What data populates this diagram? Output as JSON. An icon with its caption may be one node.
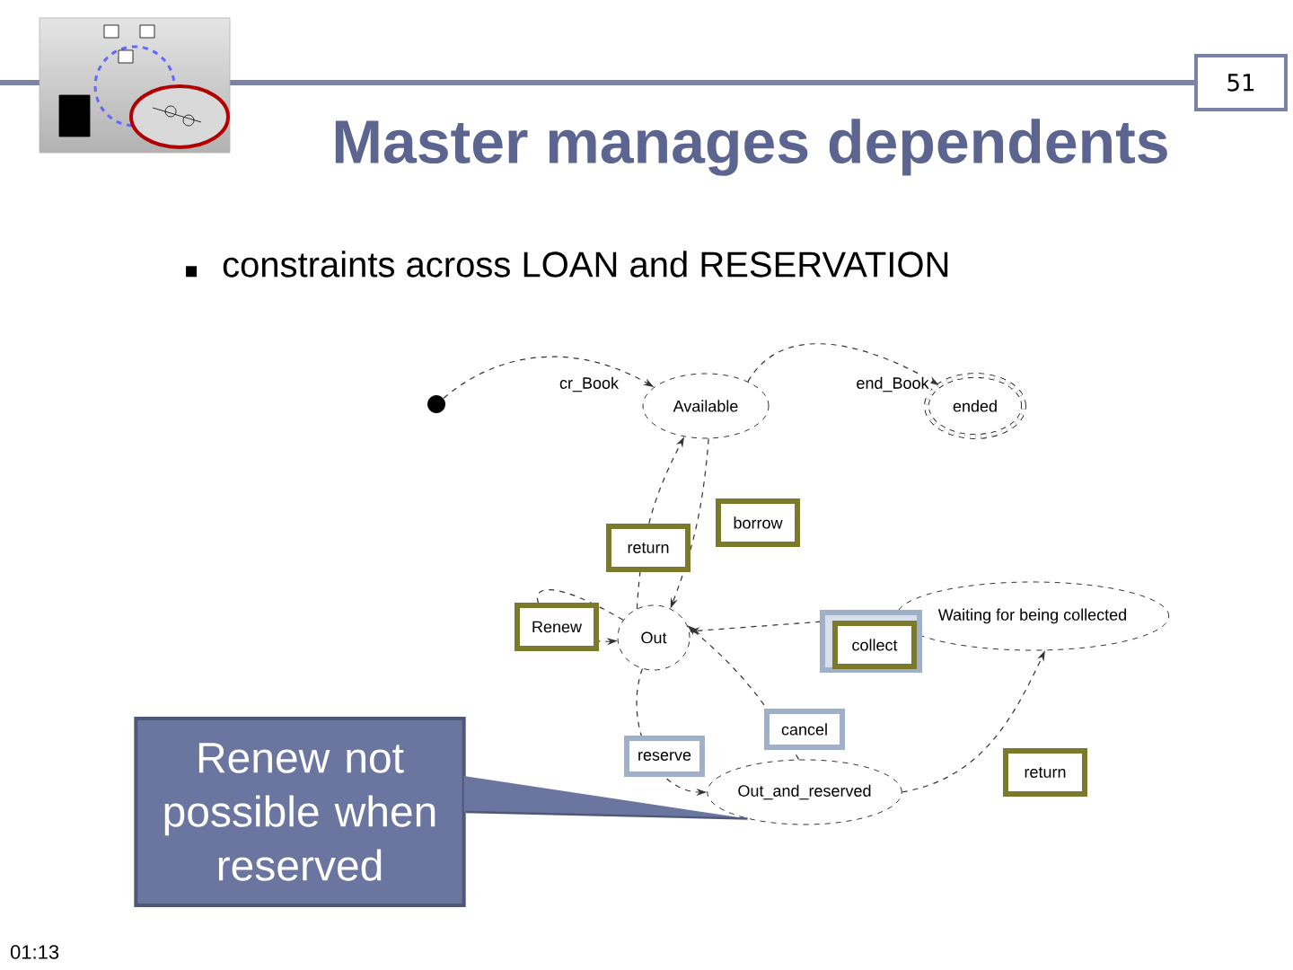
{
  "diagram": {
    "title": "Master manages dependents",
    "nodes": [
      {
        "text": [],
        "shape": "circle"
      },
      {
        "text": [
          "Available"
        ]
      },
      {
        "text": [
          "ended"
        ]
      },
      {
        "text": [
          "Out"
        ]
      },
      {
        "text": [
          "Waiting for being collected"
        ]
      },
      {
        "text": [
          "Out_and_reserved"
        ]
      },
      {
        "text": [
          "Renew not possible when reserved"
        ]
      }
    ],
    "edges": [
      {
        "from": 0,
        "to": 1,
        "arrow": "to",
        "label": "cr_Book",
        "style": "dashed"
      },
      {
        "from": 1,
        "to": 2,
        "arrow": "to",
        "label": "end_Book",
        "style": "dashed"
      },
      {
        "from": 1,
        "to": 3,
        "arrow": "to",
        "label": "borrow",
        "style": "dashed"
      },
      {
        "from": 3,
        "to": 1,
        "arrow": "to",
        "label": "return",
        "style": "dashed"
      },
      {
        "from": 3,
        "to": 3,
        "arrow": "to",
        "label": "Renew",
        "style": "dashed"
      },
      {
        "from": 4,
        "to": 3,
        "arrow": "to",
        "label": "collect",
        "style": "dashed"
      },
      {
        "from": 5,
        "to": 3,
        "arrow": "to",
        "label": "cancel",
        "style": "dashed"
      },
      {
        "from": 3,
        "to": 5,
        "arrow": "to",
        "label": "reserve",
        "style": "dashed"
      },
      {
        "from": 5,
        "to": 4,
        "arrow": "to",
        "label": "return",
        "style": "dashed"
      },
      {
        "from": 6,
        "to": 5,
        "arrow": "none"
      }
    ],
    "labels": [
      "constraints across LOAN and RESERVATION",
      "51",
      "01:13"
    ]
  }
}
